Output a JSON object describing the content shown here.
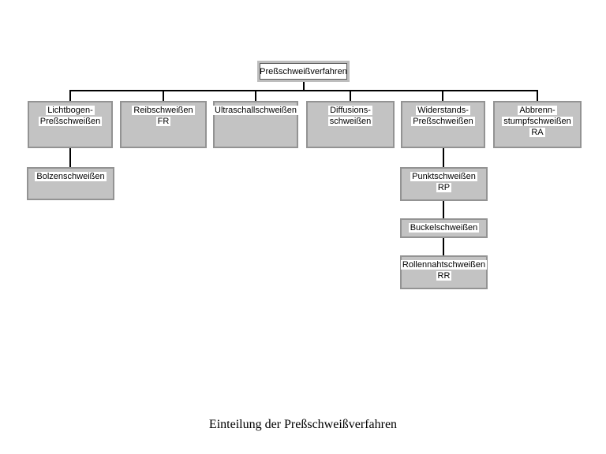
{
  "theme": {
    "page-bg": "#ffffff",
    "box-fill": "#c3c3c3",
    "box-border": "#939393",
    "root-border": "#5a5a5a",
    "root-outline": "#bdbdbd",
    "line-color": "#000000",
    "text-color": "#000000",
    "label-highlight": "#ffffff"
  },
  "diagram": {
    "caption": "Einteilung der Preßschweißverfahren",
    "nodes": {
      "root": {
        "lines": [
          "Preßschweißverfahren"
        ]
      },
      "lichtbogen": {
        "lines": [
          "Lichtbogen-",
          "Preßschweißen"
        ]
      },
      "reib": {
        "lines": [
          "Reibschweißen",
          "FR"
        ]
      },
      "ultraschall": {
        "lines": [
          "Ultraschallschweißen"
        ]
      },
      "diffusion": {
        "lines": [
          "Diffusions-",
          "schweißen"
        ]
      },
      "widerstand": {
        "lines": [
          "Widerstands-",
          "Preßschweißen"
        ]
      },
      "abbrenn": {
        "lines": [
          "Abbrenn-",
          "stumpfschweißen",
          "RA"
        ]
      },
      "bolzen": {
        "lines": [
          "Bolzenschweißen"
        ]
      },
      "punkt": {
        "lines": [
          "Punktschweißen",
          "RP"
        ]
      },
      "buckel": {
        "lines": [
          "Buckelschweißen"
        ]
      },
      "rollennaht": {
        "lines": [
          "Rollennahtschweißen",
          "RR"
        ]
      }
    }
  }
}
